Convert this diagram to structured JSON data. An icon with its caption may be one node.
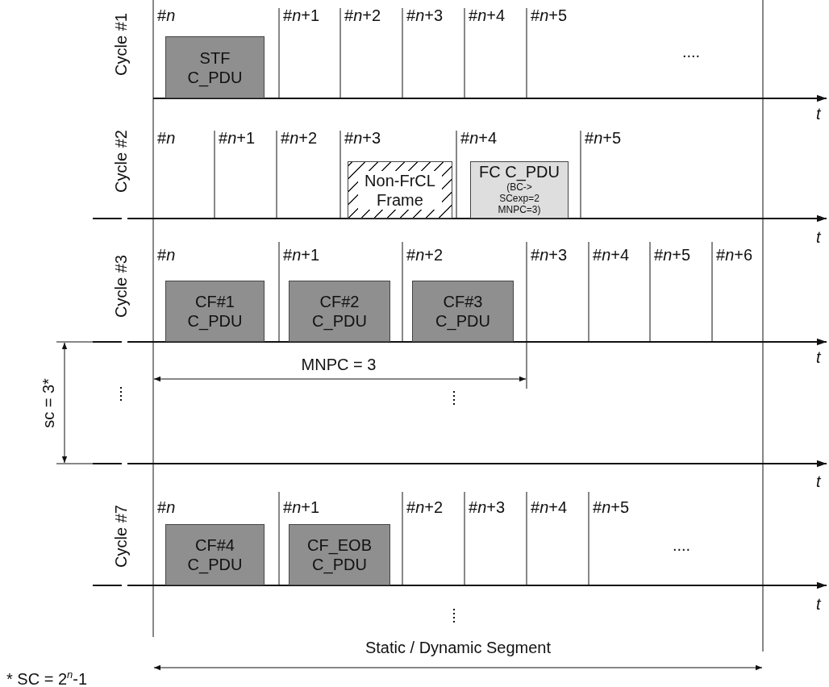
{
  "diagram": {
    "nodes": [
      {
        "text": [
          "STF C_PDU"
        ]
      },
      {
        "text": [
          "Non-FrCL Frame"
        ]
      },
      {
        "text": [
          "FC C_PDU",
          "(BC-> SCexp=2 MNPC=3)"
        ]
      },
      {
        "text": [
          "CF#1 C_PDU"
        ]
      },
      {
        "text": [
          "CF#2 C_PDU"
        ]
      },
      {
        "text": [
          "CF#3 C_PDU"
        ]
      },
      {
        "text": [
          "CF#4 C_PDU"
        ]
      },
      {
        "text": [
          "CF_EOB C_PDU"
        ]
      }
    ],
    "edges": [],
    "labels": [
      "Cycle #1",
      "#*n*",
      "#*n*+1",
      "#*n*+2",
      "#*n*+3",
      "#*n*+4",
      "#*n*+5",
      "....",
      "t",
      "Cycle #2",
      "#*n*",
      "#*n*+1",
      "#*n*+2",
      "#*n*+3",
      "#*n*+4",
      "#*n*+5",
      "t",
      "Cycle #3",
      "#*n*",
      "#*n*+1",
      "#*n*+2",
      "#*n*+3",
      "#*n*+4",
      "#*n*+5",
      "#*n*+6",
      "t",
      "sc = 3*",
      "MNPC = 3",
      "t",
      "Cycle #7",
      "#*n*",
      "#*n*+1",
      "#*n*+2",
      "#*n*+3",
      "#*n*+4",
      "#*n*+5",
      "....",
      "t",
      "Static / Dynamic Segment",
      "* SC = 2$^{n}$-1"
    ]
  }
}
